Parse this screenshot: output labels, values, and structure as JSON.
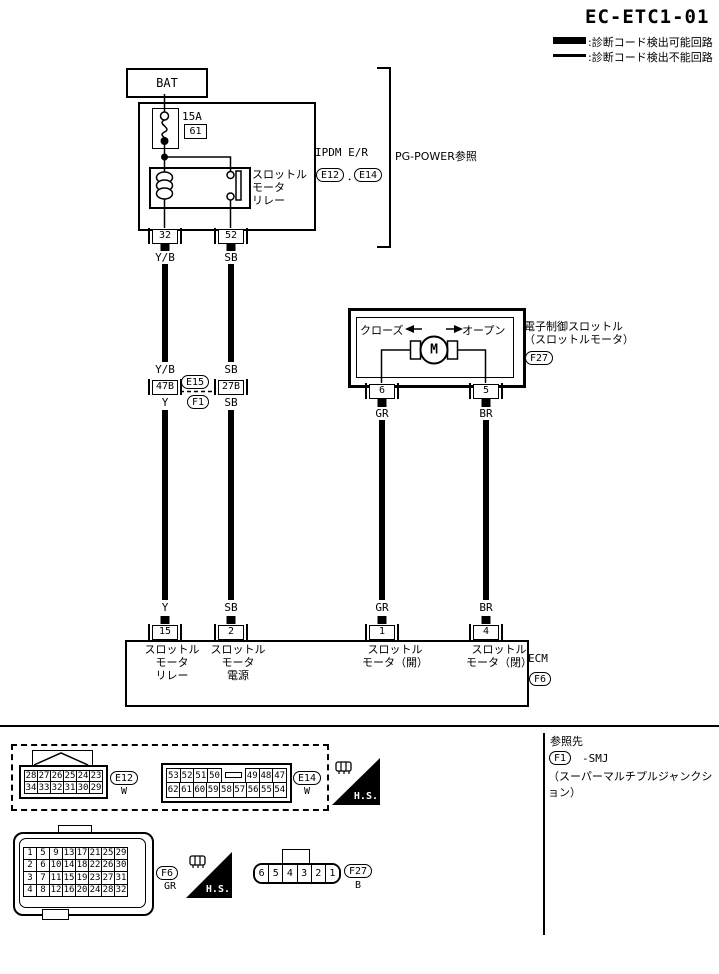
{
  "title": "EC-ETC1-01",
  "legend": {
    "detectable_label": ":診断コード検出可能回路",
    "undetectable_label": ":診断コード検出不能回路"
  },
  "ipdm": {
    "bat_label": "BAT",
    "fuse_rating": "15A",
    "fuse_number": "61",
    "relay_label": [
      "スロットル",
      "モータ",
      "リレー"
    ],
    "unit_name": "IPDM E/R",
    "connectors": [
      "E12",
      "E14"
    ],
    "connector_separator": "．",
    "power_note": "PG-POWER参照",
    "terminals": {
      "relay_out": "32",
      "contact_out": "52"
    }
  },
  "smj": {
    "upper_connector": "E15",
    "lower_connector": "F1",
    "left_pin": "47B",
    "right_pin": "27B"
  },
  "throttle": {
    "title_line1": "電子制御スロットル",
    "title_line2": "（スロットルモータ）",
    "connector": "F27",
    "close_label": "クローズ",
    "open_label": "オープン",
    "motor_symbol": "M",
    "terminals": [
      "6",
      "5"
    ]
  },
  "ecm": {
    "unit_name": "ECM",
    "connector": "F6",
    "pins": [
      {
        "pin": "15",
        "label": [
          "スロットル",
          "モータ",
          "リレー"
        ]
      },
      {
        "pin": "2",
        "label": [
          "スロットル",
          "モータ",
          "電源"
        ]
      },
      {
        "pin": "1",
        "label": [
          "スロットル",
          "モータ（開）"
        ]
      },
      {
        "pin": "4",
        "label": [
          "スロットル",
          "モータ（閉）"
        ]
      }
    ]
  },
  "wire_labels": {
    "col1": {
      "top": "Y/B",
      "above_smj": "Y/B",
      "below_smj": "Y",
      "bottom": "Y"
    },
    "col2": {
      "top": "SB",
      "above_smj": "SB",
      "below_smj": "SB",
      "bottom": "SB"
    },
    "col3": {
      "top": "GR",
      "bottom": "GR"
    },
    "col4": {
      "top": "BR",
      "bottom": "BR"
    }
  },
  "footer": {
    "hs_label": "H.S.",
    "e12": {
      "id": "E12",
      "color": "W",
      "rows": [
        [
          "28",
          "27",
          "26",
          "25",
          "24",
          "23"
        ],
        [
          "34",
          "33",
          "32",
          "31",
          "30",
          "29"
        ]
      ]
    },
    "e14": {
      "id": "E14",
      "color": "W",
      "rows": [
        [
          "53",
          "52",
          "51",
          "50",
          "",
          "49",
          "48",
          "47"
        ],
        [
          "62",
          "61",
          "60",
          "59",
          "58",
          "57",
          "56",
          "55",
          "54"
        ]
      ]
    },
    "f6": {
      "id": "F6",
      "color": "GR",
      "rows": [
        [
          "1",
          "5",
          "9",
          "13",
          "17",
          "21",
          "25",
          "29"
        ],
        [
          "2",
          "6",
          "10",
          "14",
          "18",
          "22",
          "26",
          "30"
        ],
        [
          "3",
          "7",
          "11",
          "15",
          "19",
          "23",
          "27",
          "31"
        ],
        [
          "4",
          "8",
          "12",
          "16",
          "20",
          "24",
          "28",
          "32"
        ]
      ]
    },
    "f27": {
      "id": "F27",
      "color": "B",
      "rows": [
        [
          "6",
          "5",
          "4",
          "3",
          "2",
          "1"
        ]
      ]
    },
    "reference": {
      "heading": "参照先",
      "connector": "F1",
      "text": "-SMJ",
      "note": "（スーパーマルチプルジャンクション）"
    }
  }
}
